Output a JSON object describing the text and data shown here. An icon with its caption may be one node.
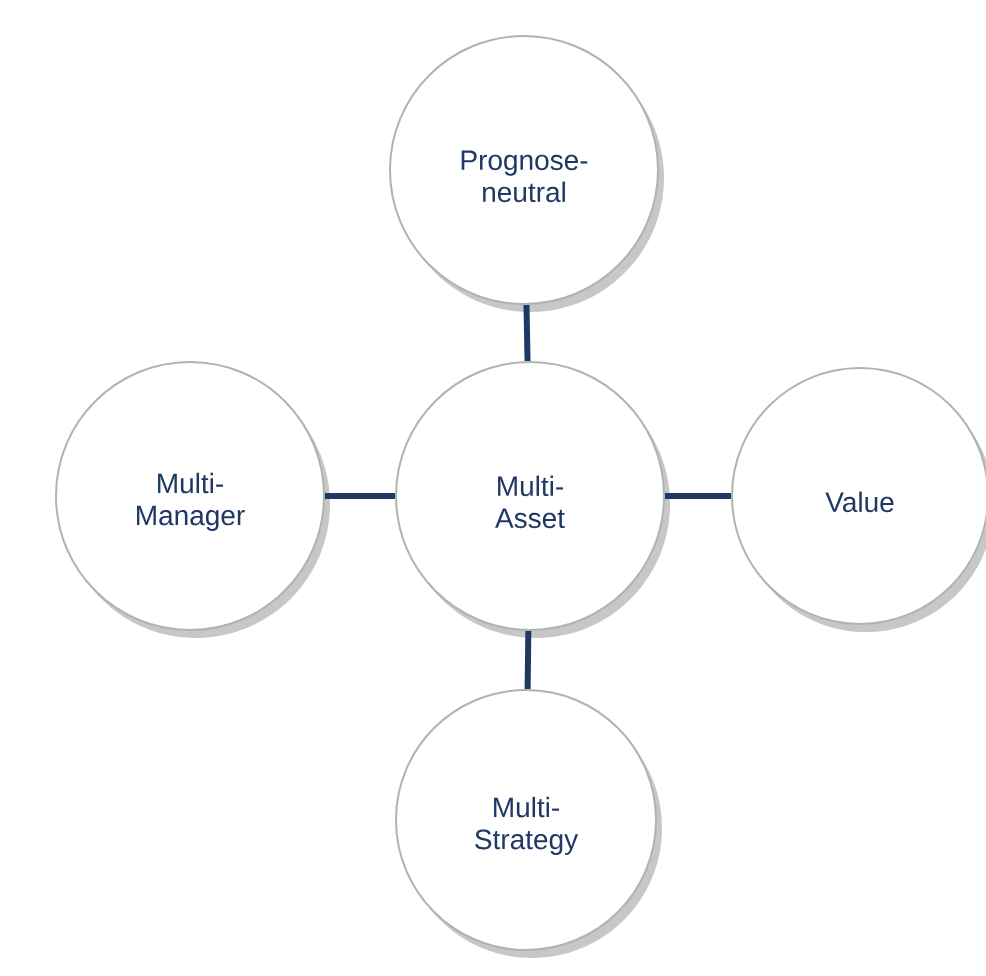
{
  "diagram": {
    "nodes": [
      {
        "text": [
          "Prognose- neutral"
        ]
      },
      {
        "text": [
          "Multi- Manager"
        ]
      },
      {
        "text": [
          "Multi- Asset"
        ]
      },
      {
        "text": [
          "Value"
        ]
      },
      {
        "text": [
          "Multi- Strategy"
        ]
      }
    ],
    "edges": [
      {
        "from": 2,
        "to": 0,
        "arrow": "none"
      },
      {
        "from": 2,
        "to": 1,
        "arrow": "none"
      },
      {
        "from": 2,
        "to": 3,
        "arrow": "none"
      },
      {
        "from": 2,
        "to": 4,
        "arrow": "none"
      }
    ]
  }
}
